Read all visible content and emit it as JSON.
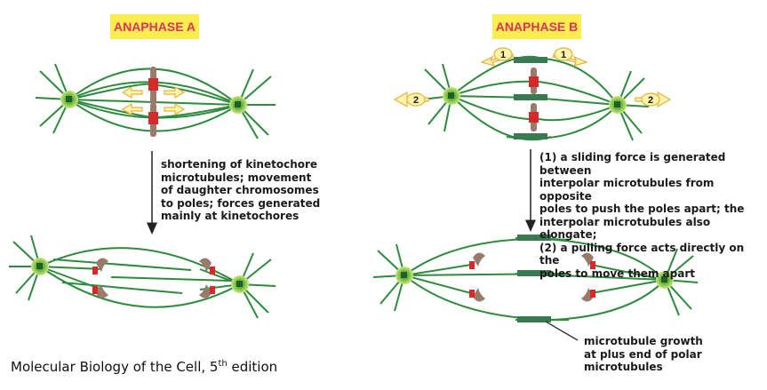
{
  "panels": {
    "left_title": "ANAPHASE A",
    "right_title": "ANAPHASE B"
  },
  "captions": {
    "anaphase_a": "shortening of kinetochore\nmicrotubules; movement\nof daughter chromosomes\nto poles; forces generated\nmainly at kinetochores",
    "anaphase_b": "(1) a sliding force is generated between\ninterpolar microtubules from opposite\npoles to push the poles apart; the\ninterpolar microtubules also elongate;\n(2) a pulling force acts directly on the\npoles to move them apart",
    "growth": "microtubule growth\nat plus end of polar\nmicrotubules"
  },
  "force_labels": {
    "sliding": "1",
    "pulling": "2"
  },
  "footer": {
    "text": "Molecular Biology of the Cell, 5",
    "sup": "th",
    "suffix": " edition"
  },
  "colors": {
    "microtubule": "#2e8b3e",
    "pole": "#8cc63f",
    "chromosome": "#9a7a6a",
    "kinetochore": "#d42a2a",
    "label_bg": "#fbec4f",
    "label_text": "#e0325a",
    "arrow_fill": "#fff5a8",
    "arrow_stroke": "#e8b040"
  }
}
